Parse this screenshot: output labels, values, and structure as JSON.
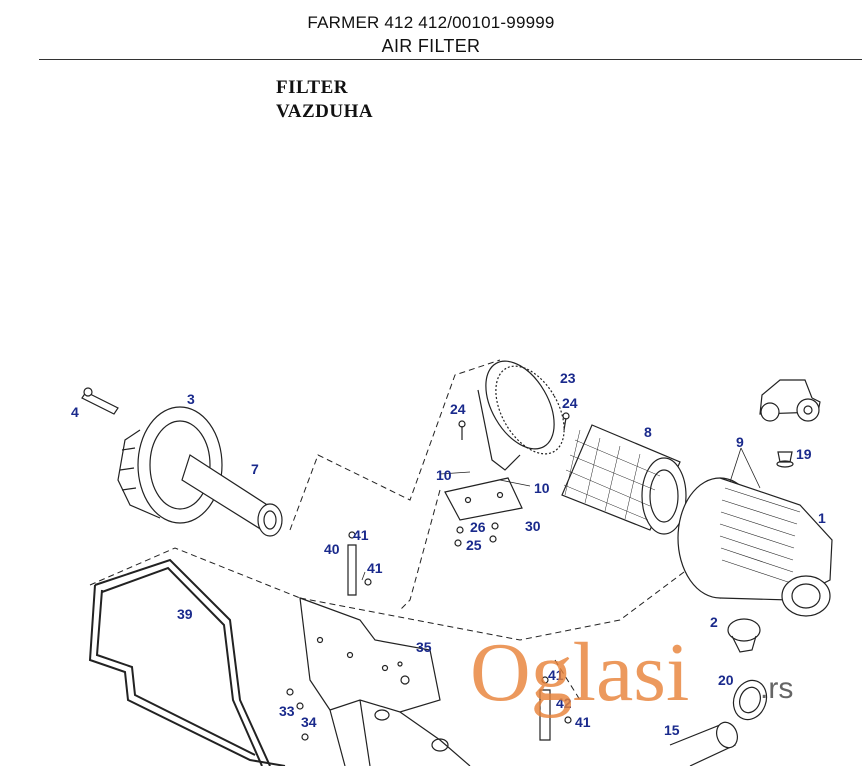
{
  "header": {
    "model": "FARMER 412 412/00101-99999",
    "title": "AIR FILTER"
  },
  "localized_title": {
    "line1": "FILTER",
    "line2": "VAZDUHA"
  },
  "watermark": {
    "brand": "Oglasi",
    "suffix": ".rs",
    "color": "#e8833a"
  },
  "callouts": {
    "c1": "1",
    "c2": "2",
    "c3": "3",
    "c4": "4",
    "c7": "7",
    "c8": "8",
    "c9": "9",
    "c10a": "10",
    "c10b": "10",
    "c15": "15",
    "c19": "19",
    "c20": "20",
    "c23": "23",
    "c24a": "24",
    "c24b": "24",
    "c25": "25",
    "c26": "26",
    "c30": "30",
    "c33": "33",
    "c34": "34",
    "c35": "35",
    "c39": "39",
    "c40": "40",
    "c41a": "41",
    "c41b": "41",
    "c41c": "41",
    "c41d": "41",
    "c42": "42"
  },
  "colors": {
    "callout": "#1a2a8c",
    "line": "#222222"
  }
}
